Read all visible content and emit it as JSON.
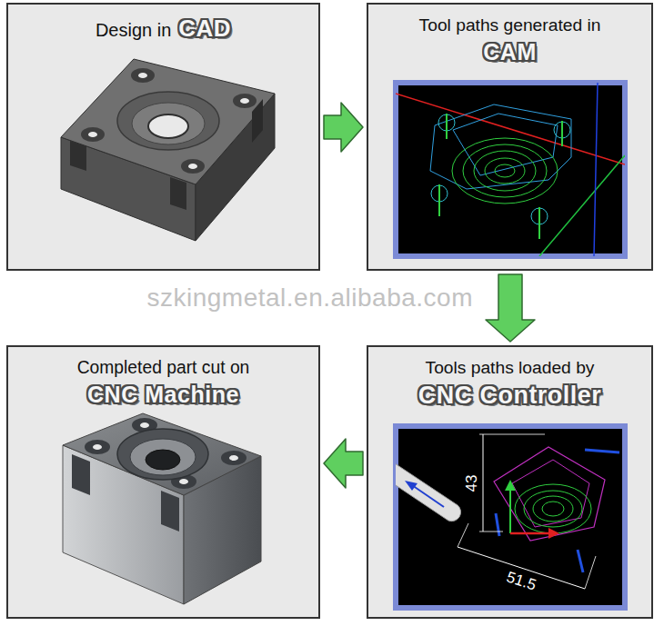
{
  "diagram": {
    "nodes": [
      {
        "text": [
          "Design in",
          "CAD"
        ]
      },
      {
        "text": [
          "Tool paths generated in",
          "CAM"
        ]
      },
      {
        "text": [
          "Completed part cut on",
          "CNC Machine"
        ]
      },
      {
        "text": [
          "Tools paths loaded by",
          "CNC Controller"
        ]
      }
    ],
    "edges": [
      {
        "from": 0,
        "to": 1,
        "arrow": "to"
      },
      {
        "from": 1,
        "to": 3,
        "arrow": "to"
      },
      {
        "from": 3,
        "to": 2,
        "arrow": "to"
      }
    ],
    "labels": [
      "szkingmetal.en.alibaba.com",
      "43",
      "51.5"
    ]
  }
}
